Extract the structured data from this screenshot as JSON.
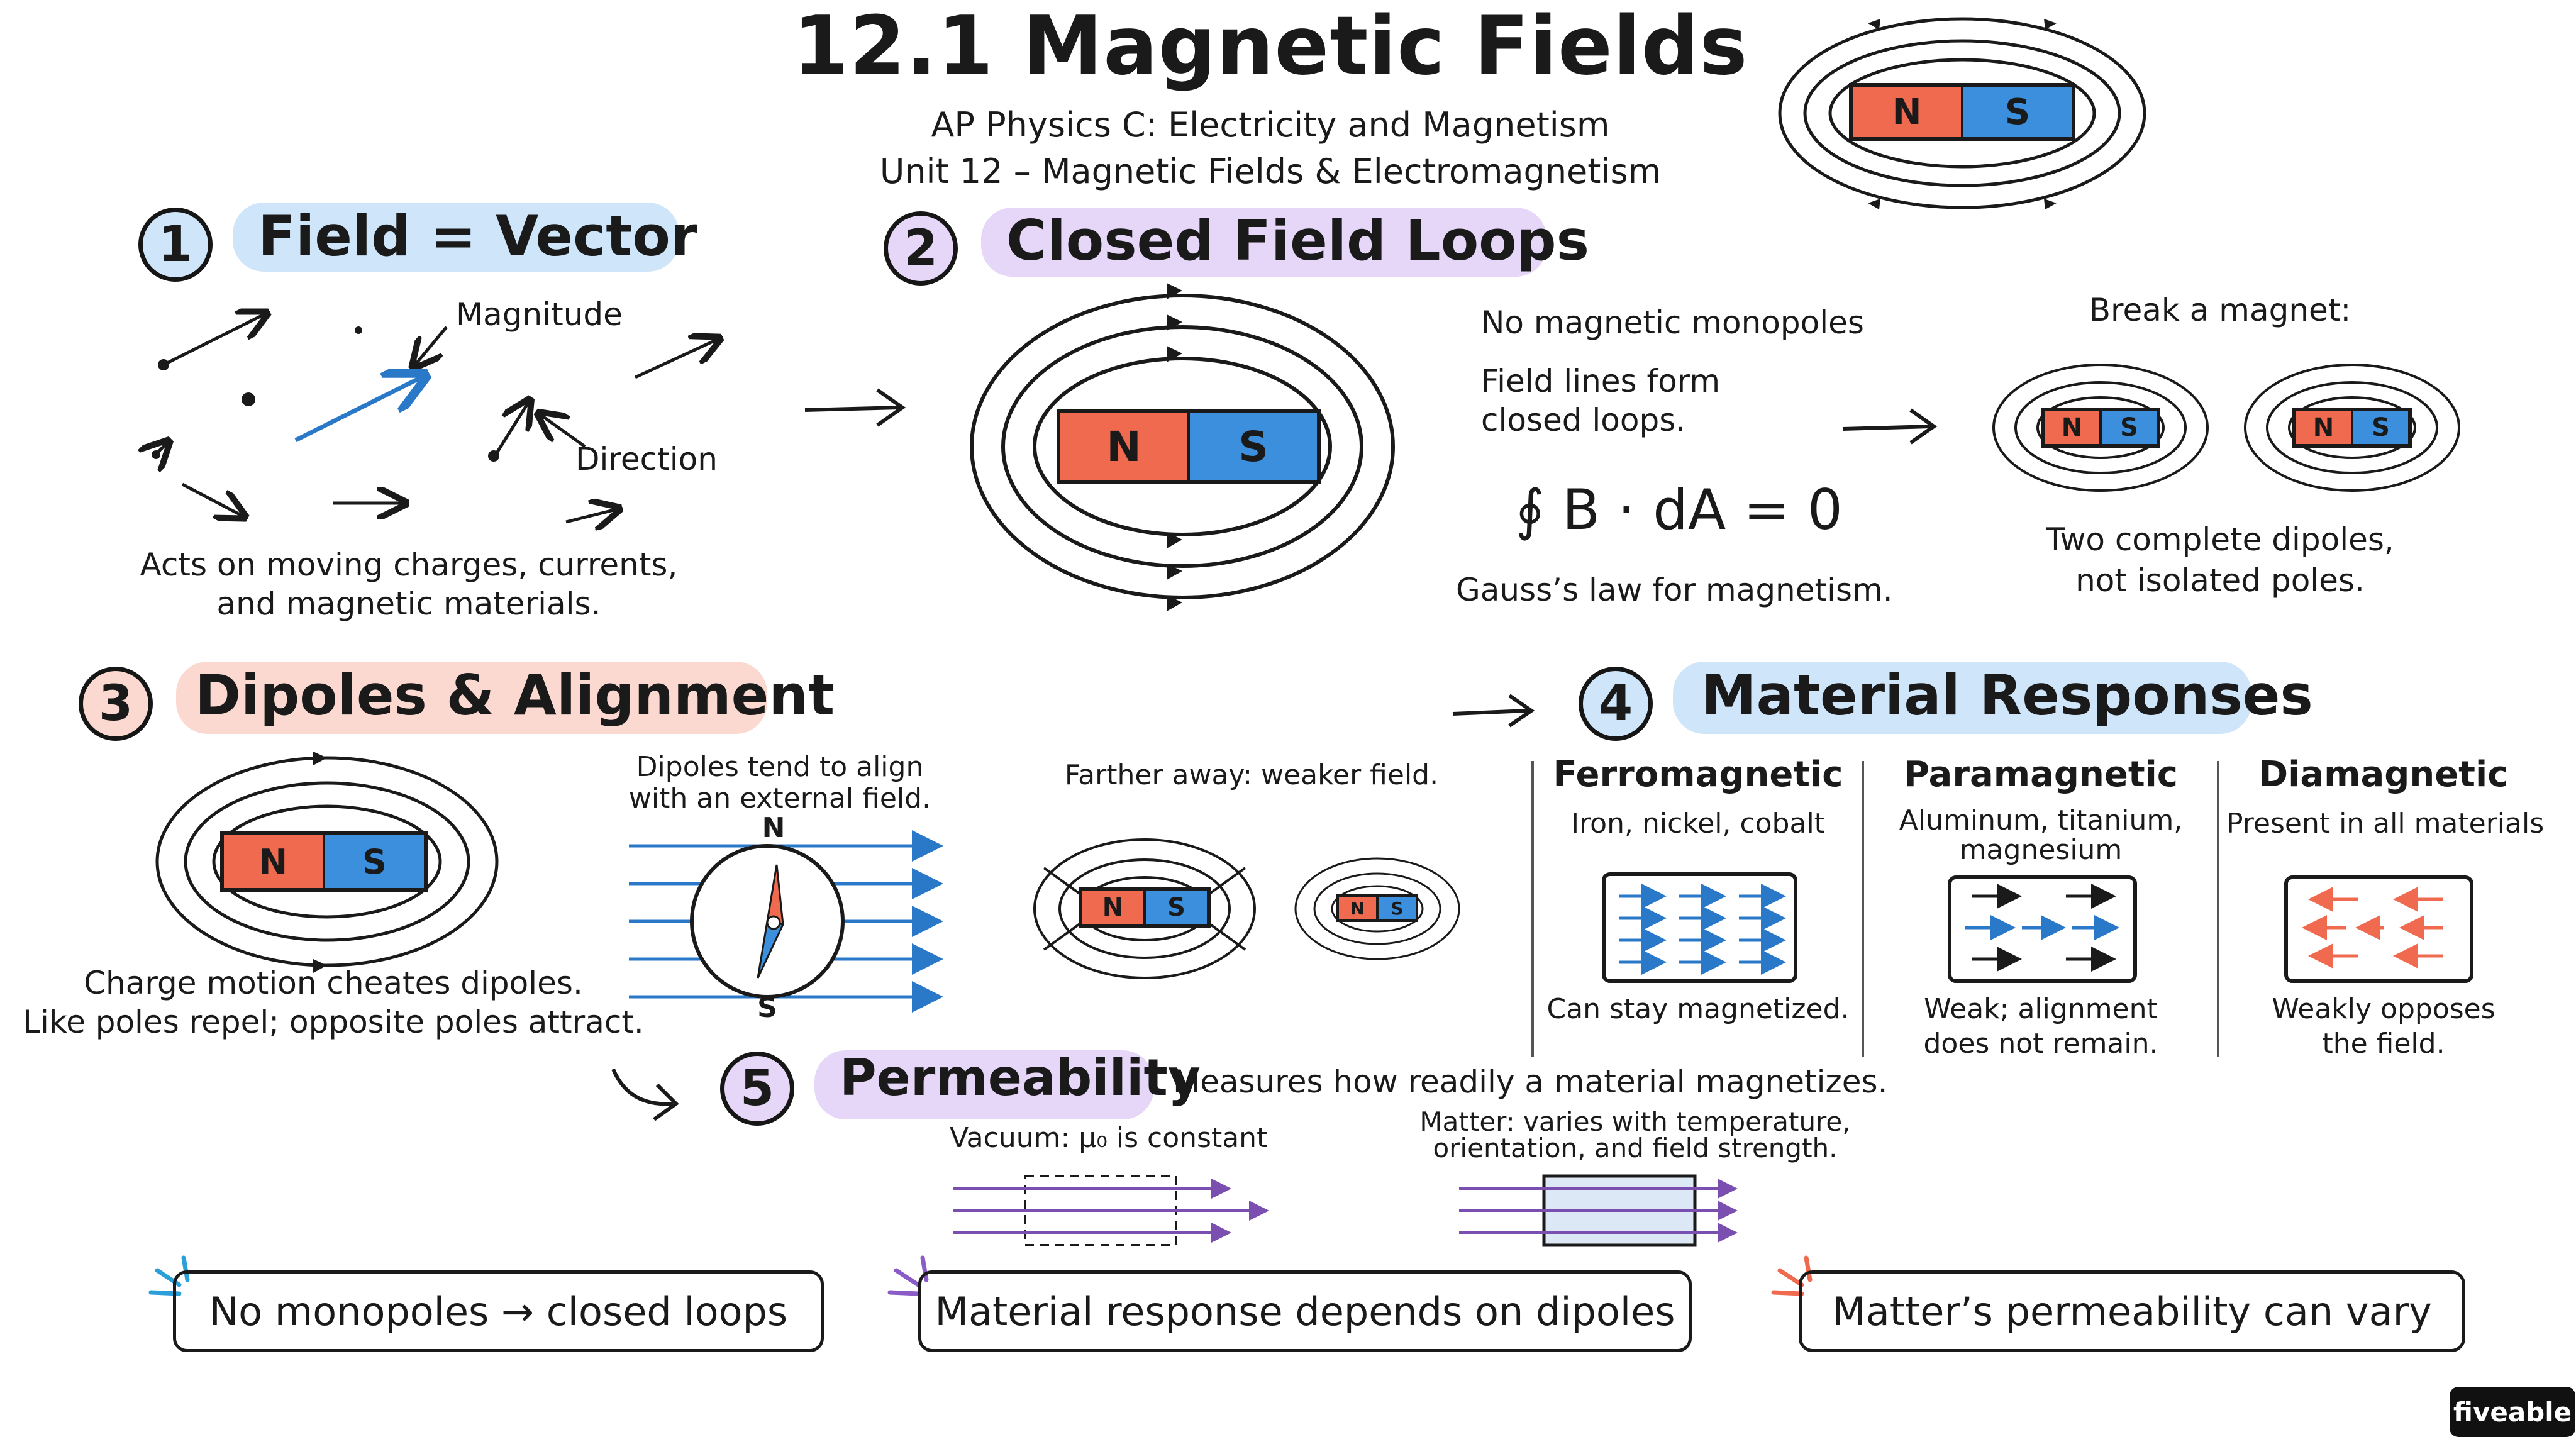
{
  "header": {
    "title": "12.1 Magnetic Fields",
    "subtitle1": "AP Physics C: Electricity and Magnetism",
    "subtitle2": "Unit 12 – Magnetic Fields & Electromagnetism"
  },
  "magnet_labels": {
    "north": "N",
    "south": "S"
  },
  "section1": {
    "number": "1",
    "heading": "Field = Vector",
    "magnitude_label": "Magnitude",
    "direction_label": "Direction",
    "caption1": "Acts on moving charges, currents,",
    "caption2": "and magnetic materials."
  },
  "section2": {
    "number": "2",
    "heading": "Closed Field Loops",
    "point1": "No magnetic monopoles",
    "point2a": "Field lines form",
    "point2b": "closed loops.",
    "equation": "∮ B · dA = 0",
    "equation_caption": "Gauss’s law for magnetism.",
    "break_label": "Break a magnet:",
    "break_caption1": "Two complete dipoles,",
    "break_caption2": "not isolated poles."
  },
  "section3": {
    "number": "3",
    "heading": "Dipoles & Alignment",
    "caption1": "Charge motion cheates dipoles.",
    "caption2": "Like poles repel; opposite poles attract.",
    "align1": "Dipoles tend to align",
    "align2": "with an external field.",
    "compass_n": "N",
    "compass_s": "S",
    "farther": "Farther away: weaker field."
  },
  "section4": {
    "number": "4",
    "heading": "Material Responses",
    "columns": [
      {
        "title": "Ferromagnetic",
        "examples": "Iron, nickel, cobalt",
        "examples2": "",
        "note1": "Can stay magnetized.",
        "note2": ""
      },
      {
        "title": "Paramagnetic",
        "examples": "Aluminum, titanium,",
        "examples2": "magnesium",
        "note1": "Weak; alignment",
        "note2": "does not remain."
      },
      {
        "title": "Diamagnetic",
        "examples": "Present in all materials",
        "examples2": "",
        "note1": "Weakly opposes",
        "note2": "the field."
      }
    ]
  },
  "section5": {
    "number": "5",
    "heading": "Permeability",
    "description": "Measures how readily a material magnetizes.",
    "vacuum": "Vacuum: μ₀ is constant",
    "matter1": "Matter: varies with temperature,",
    "matter2": "orientation, and field strength."
  },
  "takeaways": [
    "No monopoles → closed loops",
    "Material response depends on dipoles",
    "Matter’s permeability can vary"
  ],
  "logo": "fiveable",
  "colors": {
    "north": "#ef6a4f",
    "south": "#3b8fdc",
    "blue_highlight": "#cfe6fa",
    "purple_highlight": "#e6d6f8",
    "red_highlight": "#fbd9d0",
    "vector_blue": "#2a78c8",
    "purple_line": "#7a4fb0",
    "red_arrow": "#ef6a4f"
  }
}
